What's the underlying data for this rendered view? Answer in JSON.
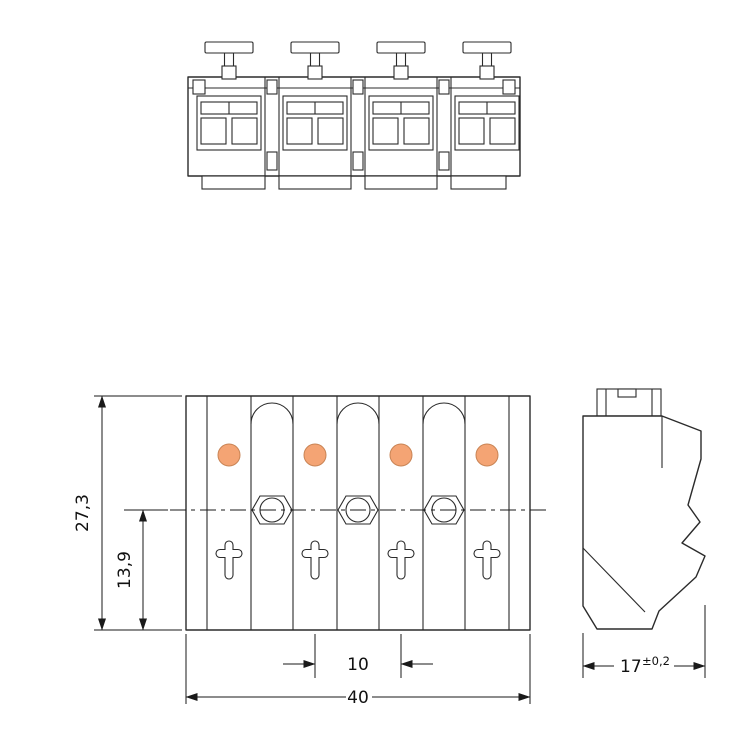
{
  "dimensions": {
    "overall_height": "27,3",
    "inner_height": "13,9",
    "pole_pitch": "10",
    "overall_width": "40",
    "depth": "17",
    "depth_tolerance": "±0,2"
  },
  "colors": {
    "line": "#2b2b2b",
    "contact_yellow": "#e3e34f",
    "port_orange": "#f4a474",
    "background": "#ffffff"
  }
}
